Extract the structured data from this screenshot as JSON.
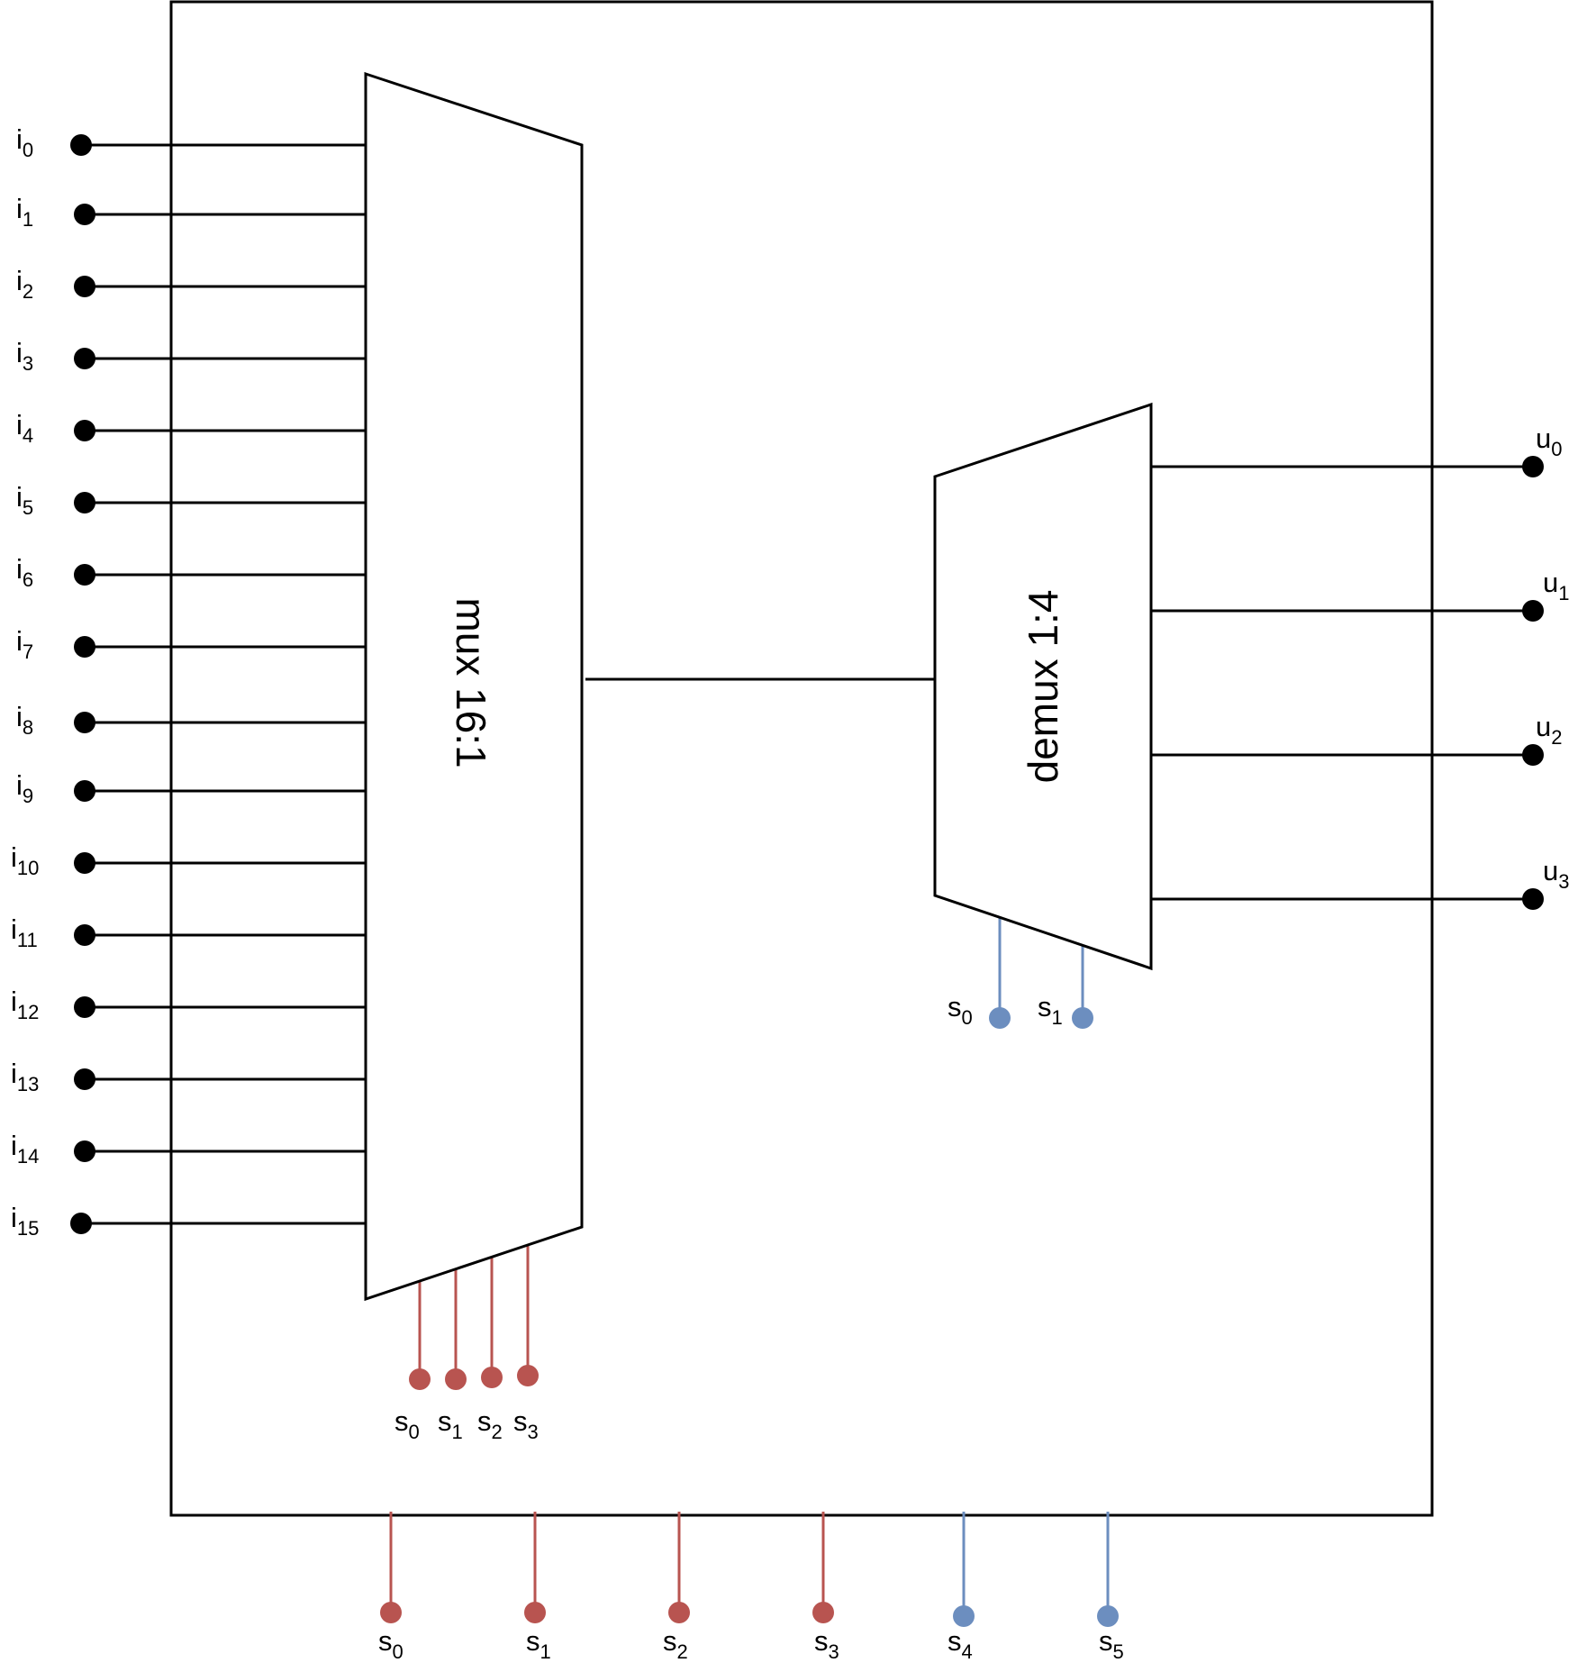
{
  "colors": {
    "line": "#000000",
    "mux_select": "#b85450",
    "demux_select": "#6c8ebf"
  },
  "mux": {
    "label": "mux 16:1",
    "inputs": [
      {
        "base": "i",
        "sub": "0"
      },
      {
        "base": "i",
        "sub": "1"
      },
      {
        "base": "i",
        "sub": "2"
      },
      {
        "base": "i",
        "sub": "3"
      },
      {
        "base": "i",
        "sub": "4"
      },
      {
        "base": "i",
        "sub": "5"
      },
      {
        "base": "i",
        "sub": "6"
      },
      {
        "base": "i",
        "sub": "7"
      },
      {
        "base": "i",
        "sub": "8"
      },
      {
        "base": "i",
        "sub": "9"
      },
      {
        "base": "i",
        "sub": "10"
      },
      {
        "base": "i",
        "sub": "11"
      },
      {
        "base": "i",
        "sub": "12"
      },
      {
        "base": "i",
        "sub": "13"
      },
      {
        "base": "i",
        "sub": "14"
      },
      {
        "base": "i",
        "sub": "15"
      }
    ],
    "selects": [
      {
        "base": "s",
        "sub": "0"
      },
      {
        "base": "s",
        "sub": "1"
      },
      {
        "base": "s",
        "sub": "2"
      },
      {
        "base": "s",
        "sub": "3"
      }
    ]
  },
  "demux": {
    "label": "demux 1:4",
    "outputs": [
      {
        "base": "u",
        "sub": "0"
      },
      {
        "base": "u",
        "sub": "1"
      },
      {
        "base": "u",
        "sub": "2"
      },
      {
        "base": "u",
        "sub": "3"
      }
    ],
    "selects": [
      {
        "base": "s",
        "sub": "0"
      },
      {
        "base": "s",
        "sub": "1"
      }
    ]
  },
  "external_selects": [
    {
      "base": "s",
      "sub": "0",
      "group": "mux"
    },
    {
      "base": "s",
      "sub": "1",
      "group": "mux"
    },
    {
      "base": "s",
      "sub": "2",
      "group": "mux"
    },
    {
      "base": "s",
      "sub": "3",
      "group": "mux"
    },
    {
      "base": "s",
      "sub": "4",
      "group": "demux"
    },
    {
      "base": "s",
      "sub": "5",
      "group": "demux"
    }
  ]
}
